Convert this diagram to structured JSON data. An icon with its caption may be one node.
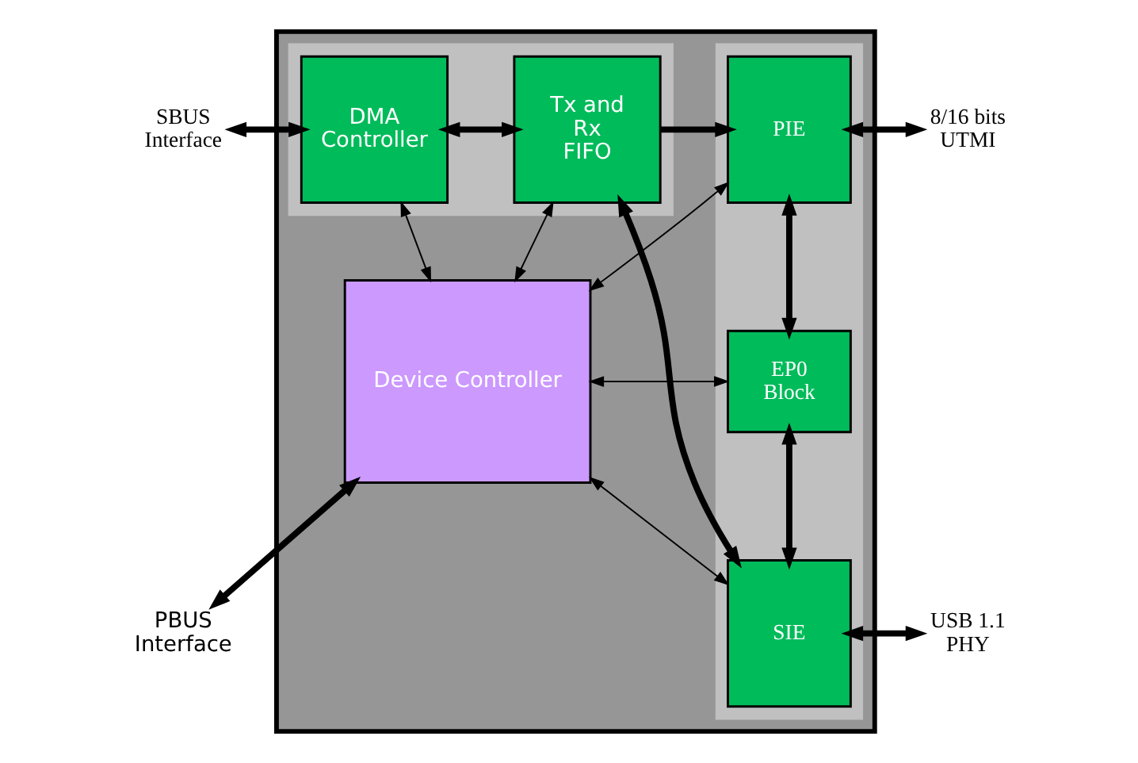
{
  "diagram": {
    "nodes": [
      {
        "text": [],
        "shape": "box"
      },
      {
        "text": [],
        "shape": "box",
        "in": 0
      },
      {
        "text": [],
        "shape": "box",
        "in": 0
      },
      {
        "text": [
          "DMA Controller"
        ],
        "in": 1
      },
      {
        "text": [
          "Tx and Rx FIFO"
        ],
        "in": 1
      },
      {
        "text": [
          "PIE"
        ],
        "in": 2
      },
      {
        "text": [
          "EP0 Block"
        ],
        "in": 2
      },
      {
        "text": [
          "Device Controller"
        ],
        "in": 0
      },
      {
        "text": [
          "SIE"
        ],
        "in": 2
      },
      {
        "text": [
          "SBUS Interface"
        ]
      },
      {
        "text": [
          "8/16 bits UTMI"
        ]
      },
      {
        "text": [
          "PBUS Interface"
        ]
      },
      {
        "text": [
          "USB 1.1 PHY"
        ]
      }
    ],
    "edges": [
      {
        "from": 9,
        "to": 3,
        "arrow": "both"
      },
      {
        "from": 3,
        "to": 4,
        "arrow": "both"
      },
      {
        "from": 4,
        "to": 5,
        "arrow": "to"
      },
      {
        "from": 5,
        "to": 10,
        "arrow": "both"
      },
      {
        "from": 3,
        "to": 7,
        "arrow": "both"
      },
      {
        "from": 4,
        "to": 7,
        "arrow": "both"
      },
      {
        "from": 5,
        "to": 7,
        "arrow": "both"
      },
      {
        "from": 5,
        "to": 6,
        "arrow": "both"
      },
      {
        "from": 4,
        "to": 8,
        "arrow": "both"
      },
      {
        "from": 7,
        "to": 6,
        "arrow": "both"
      },
      {
        "from": 11,
        "to": 7,
        "arrow": "both"
      },
      {
        "from": 6,
        "to": 8,
        "arrow": "both"
      },
      {
        "from": 7,
        "to": 8,
        "arrow": "both"
      },
      {
        "from": 8,
        "to": 12,
        "arrow": "both"
      }
    ]
  }
}
